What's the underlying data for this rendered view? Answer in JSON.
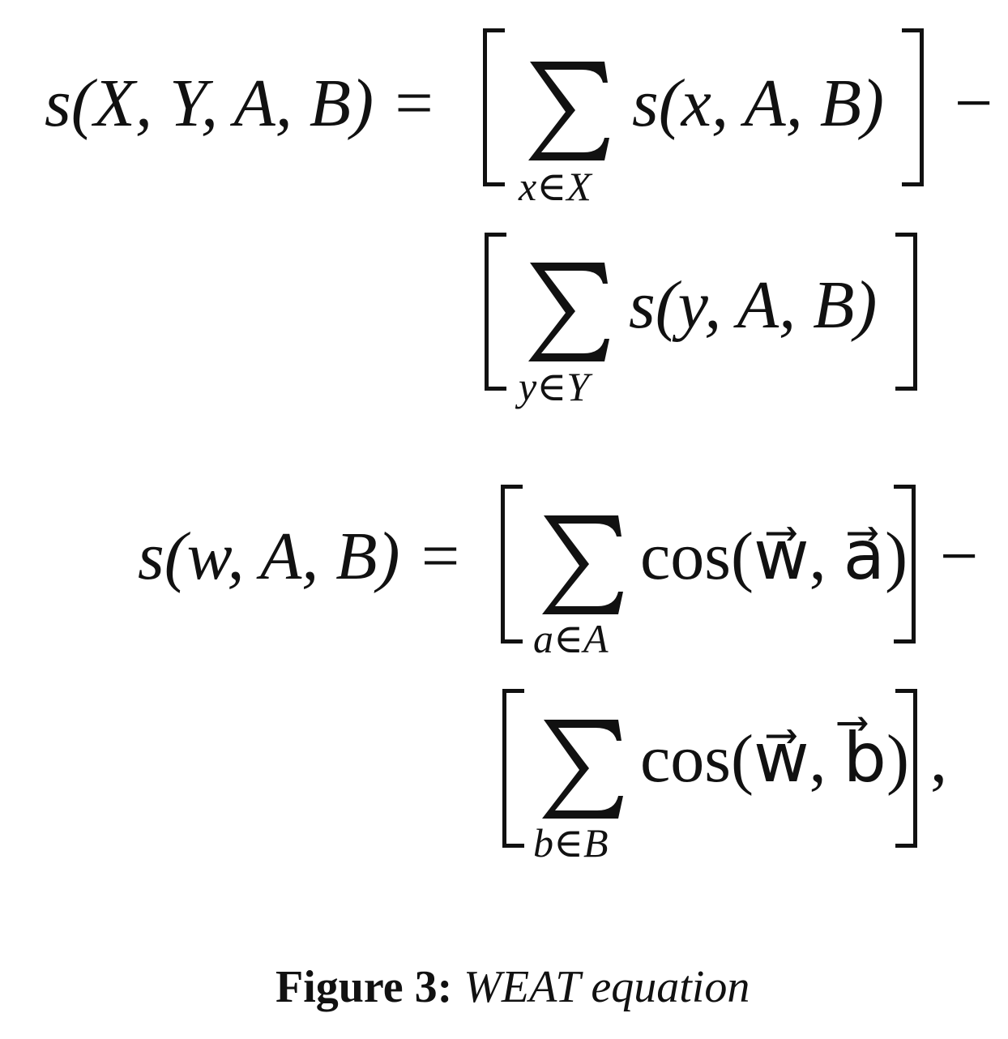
{
  "equation1": {
    "lhs": "s(X, Y, A, B) =",
    "term1_sub": "x∈X",
    "term1_body": "s(x, A, B)",
    "minus": "−",
    "term2_sub": "y∈Y",
    "term2_body": "s(y, A, B)"
  },
  "equation2": {
    "lhs": "s(w, A, B) =",
    "term1_sub": "a∈A",
    "term1_body": "cos(w⃗, a⃗)",
    "minus": "−",
    "term2_sub": "b∈B",
    "term2_body": "cos(w⃗, b⃗)",
    "trailing": ","
  },
  "caption": {
    "label": "Figure 3:",
    "text": "WEAT equation"
  }
}
